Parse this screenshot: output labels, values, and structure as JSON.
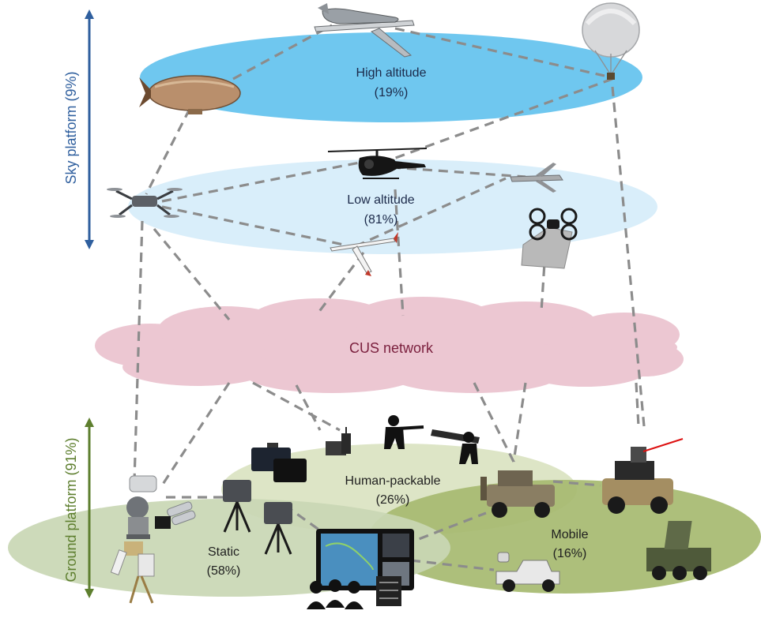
{
  "sky_axis_label": "Sky platform (9%)",
  "ground_axis_label": "Ground platform (91%)",
  "layers": {
    "high_altitude": {
      "name": "High altitude",
      "pct": "(19%)"
    },
    "low_altitude": {
      "name": "Low altitude",
      "pct": "(81%)"
    },
    "network": {
      "name": "CUS network"
    },
    "human_packable": {
      "name": "Human-packable",
      "pct": "(26%)"
    },
    "static": {
      "name": "Static",
      "pct": "(58%)"
    },
    "mobile": {
      "name": "Mobile",
      "pct": "(16%)"
    }
  },
  "colors": {
    "high_altitude": "#6fc7ef",
    "low_altitude": "#d9eefa",
    "network": "#ecc7d2",
    "human_packable": "#dde5c6",
    "static": "#c9d7b4",
    "mobile": "#a6ba70",
    "sky_axis": "#2f5f9e",
    "ground_axis": "#5e7f2f"
  },
  "icons": [
    "global-hawk-drone-icon",
    "weather-balloon-icon",
    "airship-icon",
    "helicopter-icon",
    "quadcopter-icon",
    "fixed-wing-uav-icon",
    "glider-uav-icon",
    "mini-drone-icon",
    "radar-camera-icon",
    "jammer-gun-icon",
    "soldier-icon",
    "equipment-case-icon",
    "radio-icon",
    "tripod-sensor-icon",
    "control-console-icon",
    "operators-icon",
    "server-rack-icon",
    "armored-vehicle-icon",
    "laser-vehicle-icon",
    "pickup-truck-icon",
    "radar-truck-icon"
  ]
}
